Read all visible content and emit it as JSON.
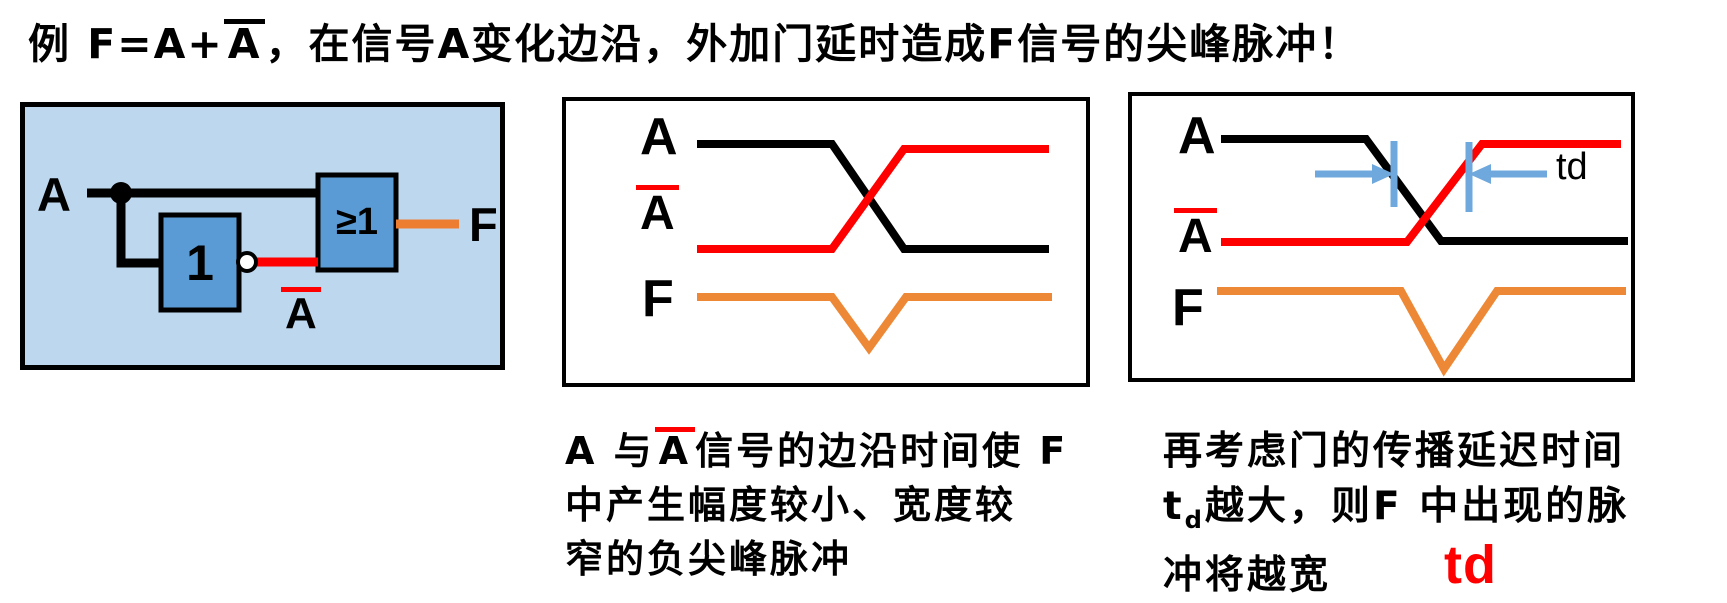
{
  "title": {
    "part1": "例 F=A+",
    "overline_var": "A",
    "part2": "，在信号A变化边沿，外加门延时造成F信号的尖峰脉冲！"
  },
  "circuit": {
    "input_label": "A",
    "not_gate_label": "1",
    "or_gate_label": "≥1",
    "inverted_signal_label": "A",
    "output_label": "F"
  },
  "timing_no_delay": {
    "signal_a_label": "A",
    "signal_abar_label": "A",
    "signal_f_label": "F"
  },
  "timing_with_delay": {
    "signal_a_label": "A",
    "signal_abar_label": "A",
    "signal_f_label": "F",
    "delay_label": "td"
  },
  "caption_mid": {
    "line1_part1": "A 与",
    "line1_overline": "A",
    "line1_part2": "信号的边沿时间使 F",
    "line2": "中产生幅度较小、宽度较",
    "line3": "窄的负尖峰脉冲"
  },
  "caption_right": {
    "line1": "再考虑门的传播延迟时间",
    "line2_t": "t",
    "line2_sub": "d",
    "line2_rest": "越大，则F 中出现的脉",
    "line3": "冲将越宽",
    "highlight": "td"
  },
  "colors": {
    "panel_background": "#BDD7EE",
    "gate_fill": "#5B9BD5",
    "signal_a": "#000000",
    "signal_abar": "#FF0000",
    "signal_f": "#ED7D31",
    "delay_marker": "#6FA8DC",
    "highlight_red": "#FF0000"
  },
  "waveforms": {
    "no_delay": "A high-to-low edge crosses Abar low-to-high edge at same time; F shows narrow shallow negative spike",
    "with_delay": "Abar rising edge delayed by td after A falling edge; F shows wider deeper negative spike"
  }
}
